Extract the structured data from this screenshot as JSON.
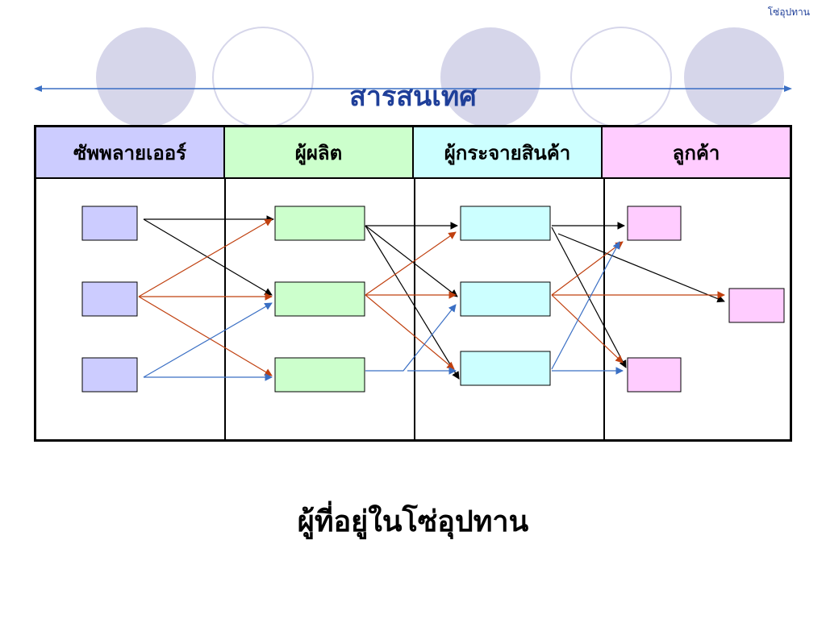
{
  "corner_label": "โซ่อุปทาน",
  "info_title": "สารสนเทศ",
  "columns": [
    {
      "label": "ซัพพลายเออร์",
      "color": "#ccccff"
    },
    {
      "label": "ผู้ผลิต",
      "color": "#ccffcc"
    },
    {
      "label": "ผู้กระจายสินค้า",
      "color": "#ccffff"
    },
    {
      "label": "ลูกค้า",
      "color": "#ffccff"
    }
  ],
  "footer_caption": "ผู้ที่อยู่ในโซ่อุปทาน",
  "colors": {
    "title_blue": "#1f3f99",
    "circle_fill": "#d6d6ea",
    "arrow_black": "#000000",
    "arrow_red": "#c0400f",
    "arrow_blue": "#3a6fc4"
  }
}
